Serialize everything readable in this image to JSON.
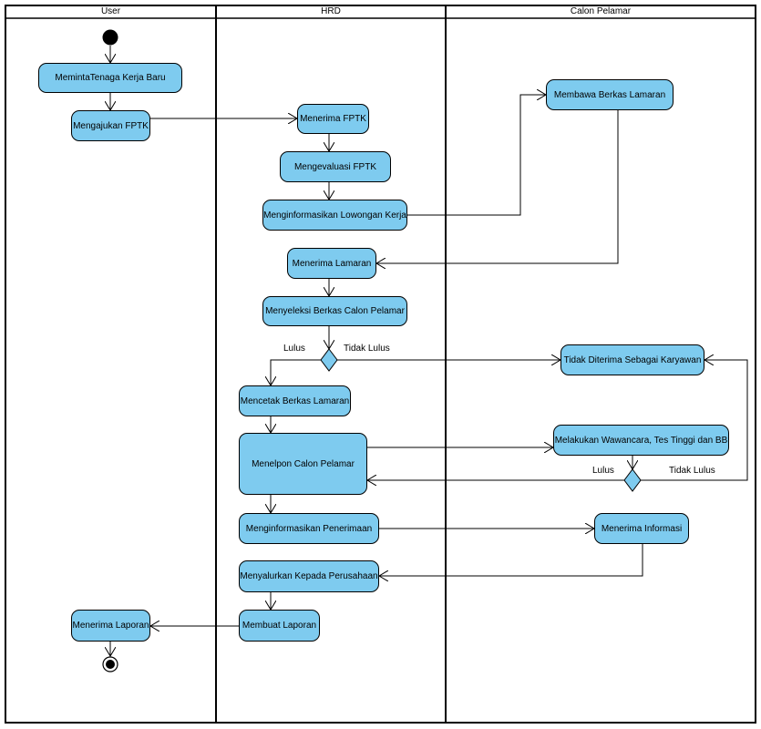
{
  "lanes": [
    "User",
    "HRD",
    "Calon Pelamar"
  ],
  "nodes": {
    "meminta": "MemintaTenaga Kerja Baru",
    "mengajukan": "Mengajukan FPTK",
    "menerima_fptk": "Menerima FPTK",
    "mengevaluasi": "Mengevaluasi FPTK",
    "menginformasikan_lowongan": "Menginformasikan Lowongan Kerja",
    "membawa_berkas": "Membawa Berkas Lamaran",
    "menerima_lamaran": "Menerima Lamaran",
    "menyeleksi": "Menyeleksi Berkas Calon Pelamar",
    "tidak_diterima": "Tidak Diterima Sebagai Karyawan",
    "mencetak": "Mencetak Berkas Lamaran",
    "menelpon": "Menelpon Calon Pelamar",
    "wawancara": "Melakukan Wawancara, Tes Tinggi dan BB",
    "menginformasikan_penerimaan": "Menginformasikan Penerimaan",
    "menerima_informasi": "Menerima Informasi",
    "menyalurkan": "Menyalurkan Kepada Perusahaan",
    "membuat_laporan": "Membuat Laporan",
    "menerima_laporan": "Menerima Laporan"
  },
  "guards": {
    "d1_lulus": "Lulus",
    "d1_tidak_lulus": "Tidak Lulus",
    "d2_lulus": "Lulus",
    "d2_tidak_lulus": "Tidak Lulus"
  },
  "colors": {
    "activity_fill": "#7ecbef",
    "line": "#000000",
    "background": "#ffffff"
  }
}
